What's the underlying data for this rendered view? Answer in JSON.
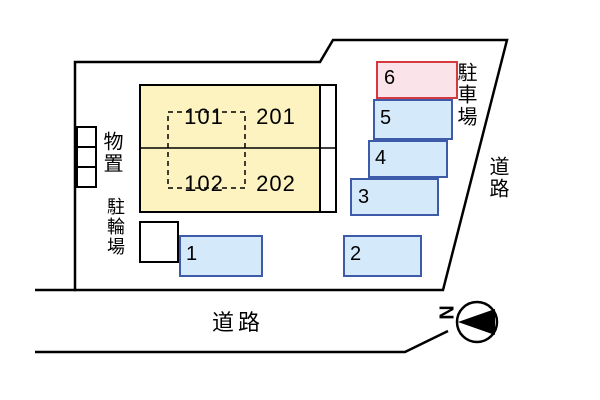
{
  "diagram": {
    "units": {
      "top_left": "101",
      "top_right": "201",
      "bottom_left": "102",
      "bottom_right": "202"
    },
    "parking_spaces": {
      "p1": "1",
      "p2": "2",
      "p3": "3",
      "p4": "4",
      "p5": "5",
      "p6": "6"
    },
    "labels": {
      "parking_lot": "駐車場",
      "storage": "物置",
      "bicycle_parking": "駐輪場",
      "road_right": "道路",
      "road_bottom": "道路",
      "north": "N"
    },
    "colors": {
      "outline": "#000000",
      "building_fill": "#FCF3C0",
      "parking_fill": "#D4E9F9",
      "parking_stroke": "#3D5BA9",
      "space6_fill": "#FBE3EA",
      "space6_stroke": "#D5383F"
    }
  }
}
